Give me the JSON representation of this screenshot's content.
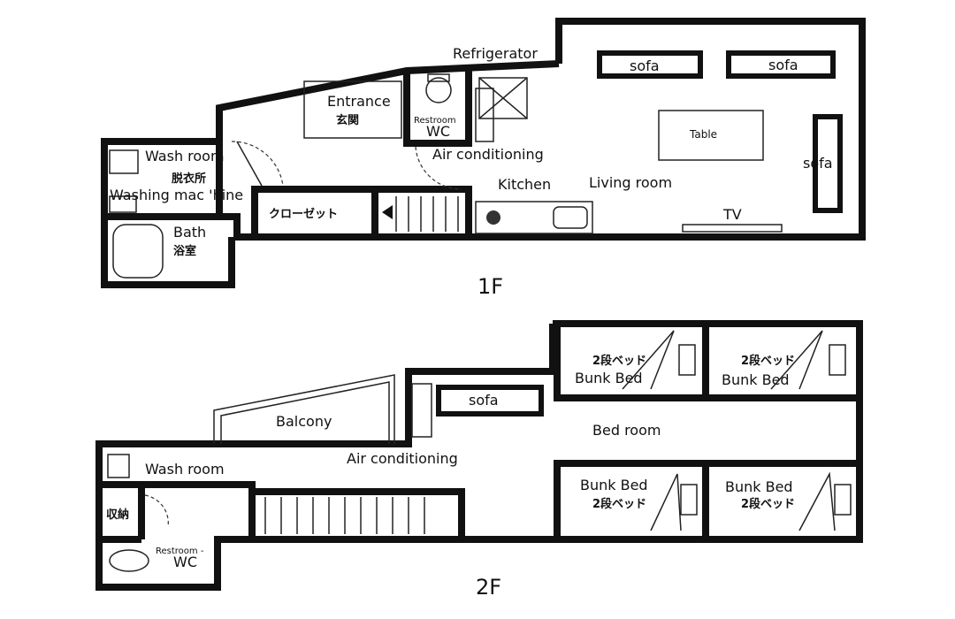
{
  "floor1": {
    "floor_label": "1F",
    "refrigerator": "Refrigerator",
    "sofa_1": "sofa",
    "sofa_2": "sofa",
    "sofa_3": "sofa",
    "entrance_en": "Entrance",
    "entrance_jp": "玄関",
    "restroom": "Restroom",
    "wc": "WC",
    "table": "Table",
    "wash_room": "Wash room",
    "wash_room_jp": "脱衣所",
    "washing_machine": "Washing mac 'hine",
    "air_conditioning": "Air conditioning",
    "kitchen": "Kitchen",
    "living_room": "Living room",
    "closet_jp": "クローゼット",
    "tv": "TV",
    "bath_en": "Bath",
    "bath_jp": "浴室"
  },
  "floor2": {
    "floor_label": "2F",
    "sofa": "sofa",
    "balcony": "Balcony",
    "bed_room": "Bed room",
    "air_conditioning": "Air conditioning",
    "wash_room": "Wash room",
    "storage_jp": "収納",
    "restroom": "Restroom -",
    "wc": "WC",
    "bunk_bed_jp_1": "2段ベッド",
    "bunk_bed_en_1": "Bunk Bed",
    "bunk_bed_jp_2": "2段ベッド",
    "bunk_bed_en_2": "Bunk Bed",
    "bunk_bed_en_3": "Bunk Bed",
    "bunk_bed_jp_3": "2段ベッド",
    "bunk_bed_en_4": "Bunk Bed",
    "bunk_bed_jp_4": "2段ベッド"
  }
}
